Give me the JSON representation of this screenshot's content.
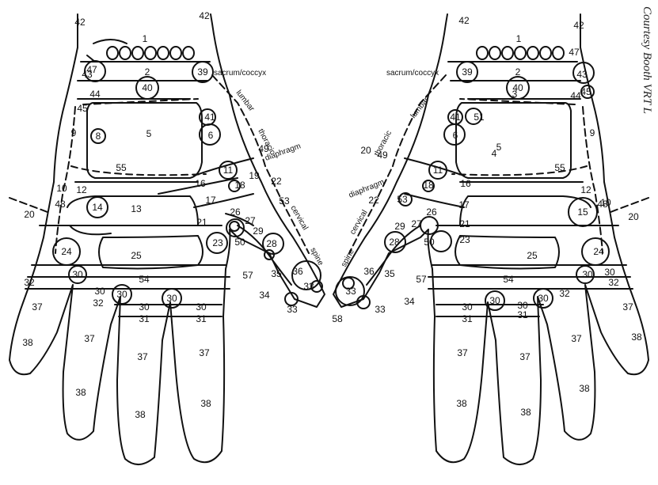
{
  "credit": "Courtesy Booth VRT L",
  "terms": {
    "sacrum": "sacrum/coccyx",
    "lumbar": "lumbar",
    "thoracic": "thoracic",
    "diaphragm": "diaphragm",
    "cervical": "cervical",
    "spine": "spine"
  },
  "zones": [
    "1",
    "2",
    "3",
    "4",
    "5",
    "6",
    "8",
    "9",
    "10",
    "11",
    "12",
    "13",
    "14",
    "15",
    "16",
    "17",
    "18",
    "19",
    "20",
    "21",
    "22",
    "23",
    "24",
    "25",
    "26",
    "27",
    "28",
    "29",
    "30",
    "31",
    "32",
    "33",
    "34",
    "35",
    "36",
    "37",
    "38",
    "39",
    "40",
    "41",
    "42",
    "43",
    "44",
    "45",
    "47",
    "48",
    "49",
    "50",
    "51",
    "53",
    "54",
    "55",
    "57",
    "58"
  ]
}
